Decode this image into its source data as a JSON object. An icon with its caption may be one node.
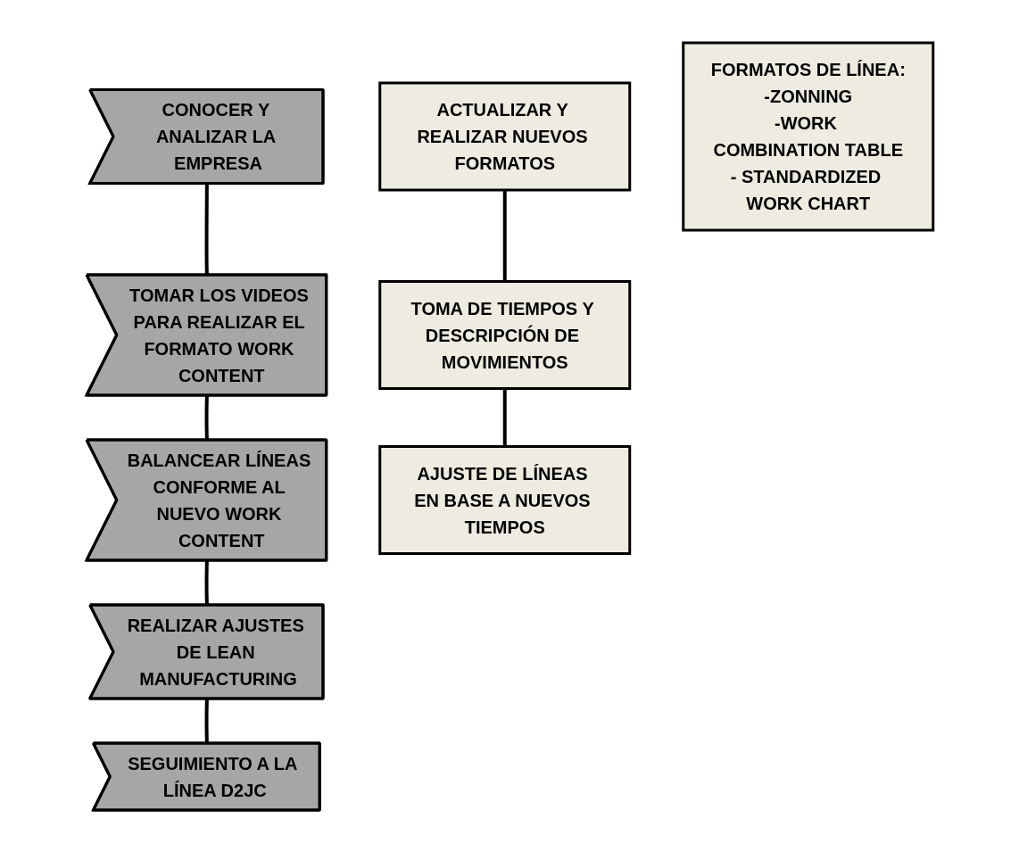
{
  "diagram": {
    "nodes": [
      {
        "text": [
          "CONOCER Y ANALIZAR LA EMPRESA"
        ]
      },
      {
        "text": [
          "TOMAR LOS VIDEOS PARA REALIZAR EL FORMATO WORK CONTENT"
        ]
      },
      {
        "text": [
          "ACTUALIZAR Y REALIZAR NUEVOS FORMATOS"
        ]
      },
      {
        "text": [
          "BALANCEAR LÍNEAS CONFORME AL NUEVO WORK CONTENT"
        ]
      },
      {
        "text": [
          "TOMA DE TIEMPOS Y DESCRIPCIÓN DE MOVIMIENTOS"
        ]
      },
      {
        "text": [
          "AJUSTE DE LÍNEAS EN BASE A NUEVOS TIEMPOS"
        ]
      },
      {
        "text": [
          "REALIZAR AJUSTES DE LEAN MANUFACTURING"
        ]
      },
      {
        "text": [
          "FORMATOS DE LÍNEA:",
          "-ZONNING",
          "-WORK COMBINATION TABLE",
          "- STANDARDIZED WORK CHART"
        ]
      },
      {
        "text": [
          "SEGUIMIENTO A LA LÍNEA D2JC"
        ]
      }
    ],
    "edges": [
      {
        "from": 0,
        "to": 1,
        "arrow": "none"
      },
      {
        "from": 1,
        "to": 3,
        "arrow": "none"
      },
      {
        "from": 2,
        "to": 4,
        "arrow": "none"
      },
      {
        "from": 4,
        "to": 5,
        "arrow": "none"
      },
      {
        "from": 3,
        "to": 6,
        "arrow": "none"
      },
      {
        "from": 6,
        "to": 8,
        "arrow": "none"
      }
    ]
  }
}
